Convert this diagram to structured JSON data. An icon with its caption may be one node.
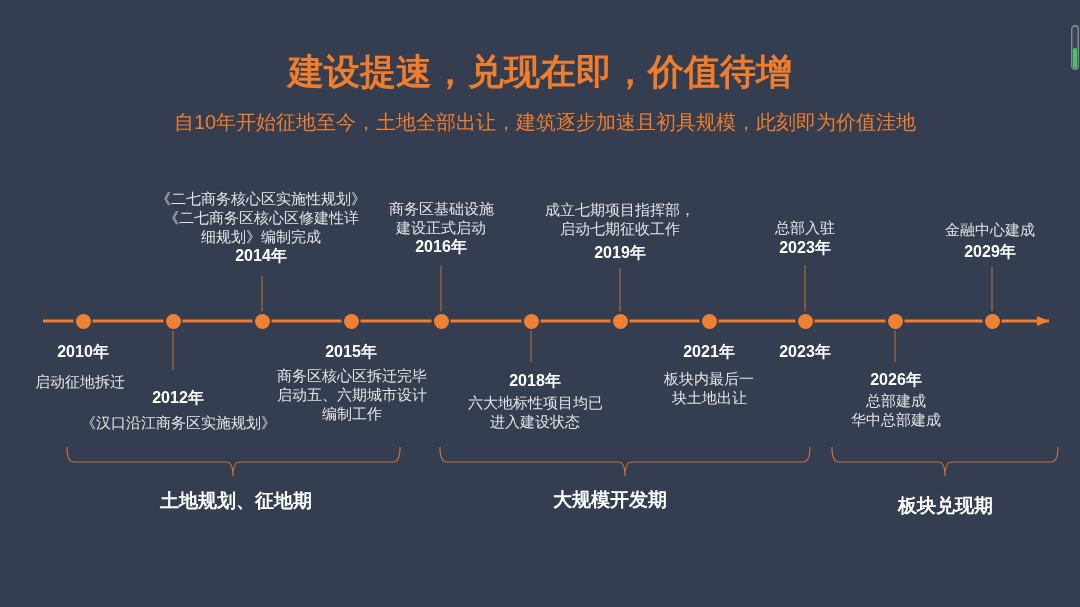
{
  "diagram": {
    "title": "建设提速，兑现在即，价值待增",
    "nodes": [
      {
        "text": [],
        "shape": "circle"
      },
      {
        "text": [],
        "shape": "circle"
      },
      {
        "text": [],
        "shape": "circle"
      },
      {
        "text": [],
        "shape": "circle",
        "beside": [
          "2015年",
          "商务区核心区拆迁完毕启动五、六期城市设计编制工作"
        ]
      },
      {
        "text": [],
        "shape": "circle"
      },
      {
        "text": [],
        "shape": "circle"
      },
      {
        "text": [],
        "shape": "circle"
      },
      {
        "text": [],
        "shape": "circle",
        "beside": [
          "2021年",
          "板块内最后一块土地出让"
        ]
      },
      {
        "text": [],
        "shape": "circle",
        "beside": [
          "2023年"
        ]
      },
      {
        "text": [],
        "shape": "circle"
      },
      {
        "text": [],
        "shape": "circle"
      },
      {
        "text": [
          "《二七商务核心区实施性规划》《二七商务区核心区修建性详细规划》编制完成",
          "2014年"
        ]
      },
      {
        "text": [
          "商务区基础设施建设正式启动",
          "2016年"
        ]
      },
      {
        "text": [
          "成立七期项目指挥部，启动七期征收工作",
          "2019年"
        ]
      },
      {
        "text": [
          "总部入驻",
          "2023年"
        ]
      },
      {
        "text": [
          "金融中心建成",
          "2029年"
        ]
      },
      {
        "text": [
          "2012年",
          "《汉口沿江商务区实施规划》"
        ]
      },
      {
        "text": [
          "2018年",
          "六大地标性项目均已进入建设状态"
        ]
      },
      {
        "text": [
          "2026年",
          "总部建成华中总部建成"
        ]
      }
    ],
    "edges": [
      {
        "from": null,
        "to": 0,
        "arrow": "none"
      },
      {
        "from": 0,
        "to": 1,
        "arrow": "none"
      },
      {
        "from": 1,
        "to": 2,
        "arrow": "none"
      },
      {
        "from": 2,
        "to": 3,
        "arrow": "none"
      },
      {
        "from": 3,
        "to": 4,
        "arrow": "none"
      },
      {
        "from": 4,
        "to": 5,
        "arrow": "none"
      },
      {
        "from": 5,
        "to": 6,
        "arrow": "none"
      },
      {
        "from": 6,
        "to": 7,
        "arrow": "none"
      },
      {
        "from": 7,
        "to": 8,
        "arrow": "none"
      },
      {
        "from": 8,
        "to": 9,
        "arrow": "none"
      },
      {
        "from": 9,
        "to": 10,
        "arrow": "none"
      },
      {
        "from": 10,
        "to": null,
        "arrow": "to"
      },
      {
        "from": 11,
        "to": 2,
        "arrow": "none",
        "color": "#a8683e"
      },
      {
        "from": 12,
        "to": 4,
        "arrow": "none",
        "color": "#a8683e"
      },
      {
        "from": 13,
        "to": 6,
        "arrow": "none",
        "color": "#a8683e"
      },
      {
        "from": 14,
        "to": 8,
        "arrow": "none",
        "color": "#a8683e"
      },
      {
        "from": 15,
        "to": 10,
        "arrow": "none",
        "color": "#a8683e"
      },
      {
        "from": 16,
        "to": 1,
        "arrow": "none",
        "color": "#a8683e"
      },
      {
        "from": 17,
        "to": 5,
        "arrow": "none",
        "color": "#a8683e"
      },
      {
        "from": 18,
        "to": 9,
        "arrow": "none",
        "color": "#a8683e"
      }
    ],
    "labels": [
      "自10年开始征地至今，土地全部出让，建筑逐步加速且初具规模，此刻即为价值洼地",
      "2010年",
      "启动征地拆迁",
      "土地规划、征地期",
      "大规模开发期",
      "板块兑现期"
    ]
  }
}
